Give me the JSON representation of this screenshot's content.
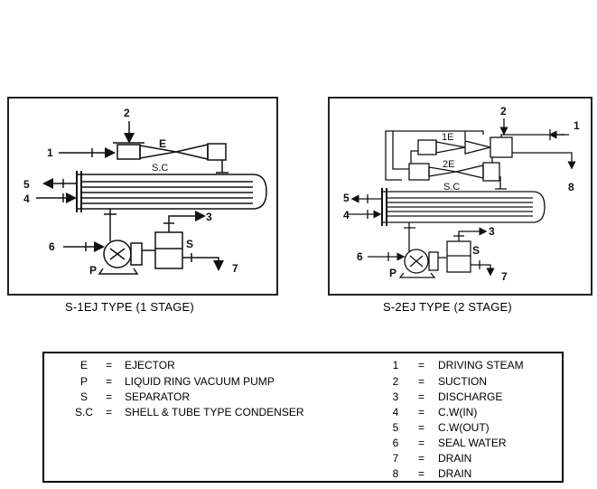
{
  "diagram_left": {
    "caption": "S-1EJ TYPE  (1 STAGE)",
    "labels": {
      "n1": "1",
      "n2": "2",
      "n3": "3",
      "n4": "4",
      "n5": "5",
      "n6": "6",
      "n7": "7",
      "ejector": "E",
      "condenser": "S.C",
      "pump": "P",
      "separator": "S"
    }
  },
  "diagram_right": {
    "caption": "S-2EJ TYPE  (2 STAGE)",
    "labels": {
      "n1": "1",
      "n2": "2",
      "n3": "3",
      "n4": "4",
      "n5": "5",
      "n6": "6",
      "n7": "7",
      "n8": "8",
      "ejector1": "1E",
      "ejector2": "2E",
      "condenser": "S.C",
      "pump": "P",
      "separator": "S"
    }
  },
  "legend": {
    "left": [
      {
        "key": "E",
        "eq": "=",
        "value": "EJECTOR"
      },
      {
        "key": "P",
        "eq": "=",
        "value": "LIQUID RING VACUUM PUMP"
      },
      {
        "key": "S",
        "eq": "=",
        "value": "SEPARATOR"
      },
      {
        "key": "S.C",
        "eq": "=",
        "value": "SHELL  &  TUBE TYPE CONDENSER"
      }
    ],
    "right": [
      {
        "key": "1",
        "eq": "=",
        "value": "DRIVING STEAM"
      },
      {
        "key": "2",
        "eq": "=",
        "value": "SUCTION"
      },
      {
        "key": "3",
        "eq": "=",
        "value": "DISCHARGE"
      },
      {
        "key": "4",
        "eq": "=",
        "value": "C.W(IN)"
      },
      {
        "key": "5",
        "eq": "=",
        "value": "C.W(OUT)"
      },
      {
        "key": "6",
        "eq": "=",
        "value": "SEAL WATER"
      },
      {
        "key": "7",
        "eq": "=",
        "value": "DRAIN"
      },
      {
        "key": "8",
        "eq": "=",
        "value": "DRAIN"
      }
    ]
  }
}
